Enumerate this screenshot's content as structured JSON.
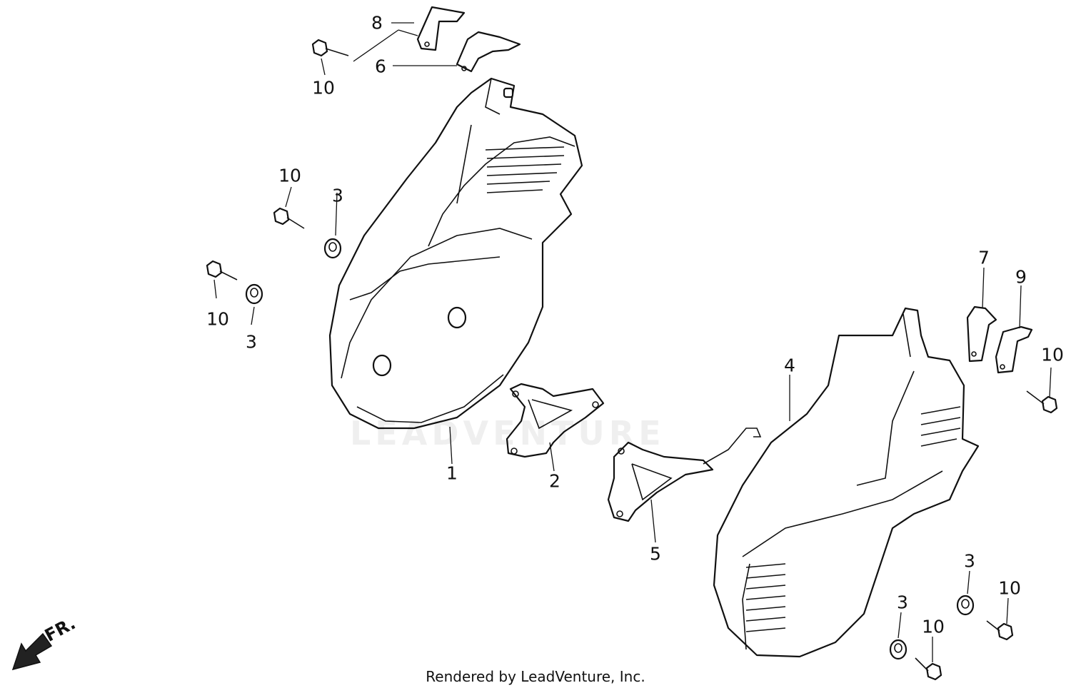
{
  "diagram": {
    "watermark_text": "LEADVENTURE",
    "direction_indicator": "FR.",
    "footer": "Rendered by LeadVenture, Inc.",
    "callouts": [
      {
        "id": "c8",
        "label": "8"
      },
      {
        "id": "c6",
        "label": "6"
      },
      {
        "id": "c10a",
        "label": "10"
      },
      {
        "id": "c10b",
        "label": "10"
      },
      {
        "id": "c3a",
        "label": "3"
      },
      {
        "id": "c10c",
        "label": "10"
      },
      {
        "id": "c3b",
        "label": "3"
      },
      {
        "id": "c1",
        "label": "1"
      },
      {
        "id": "c2",
        "label": "2"
      },
      {
        "id": "c5",
        "label": "5"
      },
      {
        "id": "c4",
        "label": "4"
      },
      {
        "id": "c7",
        "label": "7"
      },
      {
        "id": "c9",
        "label": "9"
      },
      {
        "id": "c10d",
        "label": "10"
      },
      {
        "id": "c3c",
        "label": "3"
      },
      {
        "id": "c10e",
        "label": "10"
      },
      {
        "id": "c3d",
        "label": "3"
      },
      {
        "id": "c10f",
        "label": "10"
      }
    ]
  }
}
